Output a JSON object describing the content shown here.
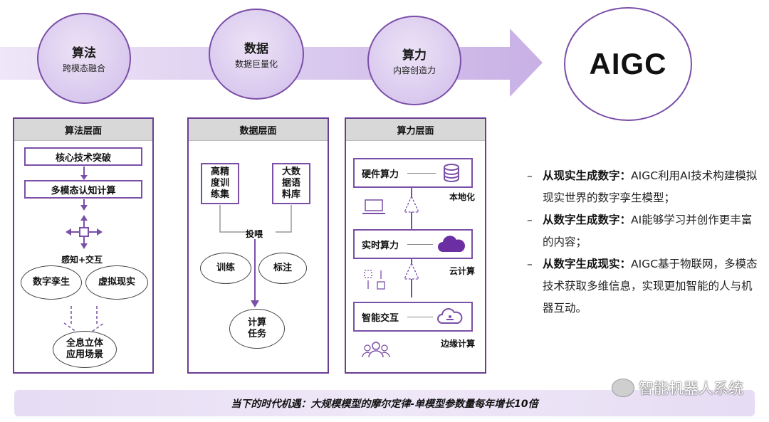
{
  "top": {
    "circles": [
      {
        "title": "算法",
        "subtitle": "跨模态融合"
      },
      {
        "title": "数据",
        "subtitle": "数据巨量化"
      },
      {
        "title": "算力",
        "subtitle": "内容创造力"
      }
    ],
    "aigc": "AIGC"
  },
  "panel_algo": {
    "header": "算法层面",
    "box1": "核心技术突破",
    "box2": "多模态认知计算",
    "sense": "感知+交互",
    "oval_left": "数字孪生",
    "oval_right": "虚拟现实",
    "oval_bottom": "全息立体\n应用场景"
  },
  "panel_data": {
    "header": "数据层面",
    "box_left": "高精\n度训\n练集",
    "box_right": "大数\n据语\n料库",
    "feed": "投喂",
    "oval_train": "训练",
    "oval_label": "标注",
    "oval_task": "计算\n任务"
  },
  "panel_compute": {
    "header": "算力层面",
    "rows": [
      {
        "label": "硬件算力",
        "tag": "本地化",
        "icon": "database-icon"
      },
      {
        "label": "实时算力",
        "tag": "云计算",
        "icon": "cloud-icon"
      },
      {
        "label": "智能交互",
        "tag": "边缘计算",
        "icon": "edge-cloud-icon"
      }
    ]
  },
  "bullets": [
    {
      "bold": "从现实生成数字：",
      "text": "AIGC利用AI技术构建模拟现实世界的数字孪生模型；"
    },
    {
      "bold": "从数字生成数字：",
      "text": "AI能够学习并创作更丰富的内容；"
    },
    {
      "bold": "从数字生成现实：",
      "text": "AIGC基于物联网，多模态技术获取多维信息，实现更加智能的人与机器互动。"
    }
  ],
  "footer": "当下的时代机遇：大规模模型的摩尔定律-单模型参数量每年增长10倍",
  "watermark": "智能机器人系统",
  "colors": {
    "accent": "#7b4fa8",
    "band": "#dccdee",
    "header_gray": "#d8d8d8"
  }
}
